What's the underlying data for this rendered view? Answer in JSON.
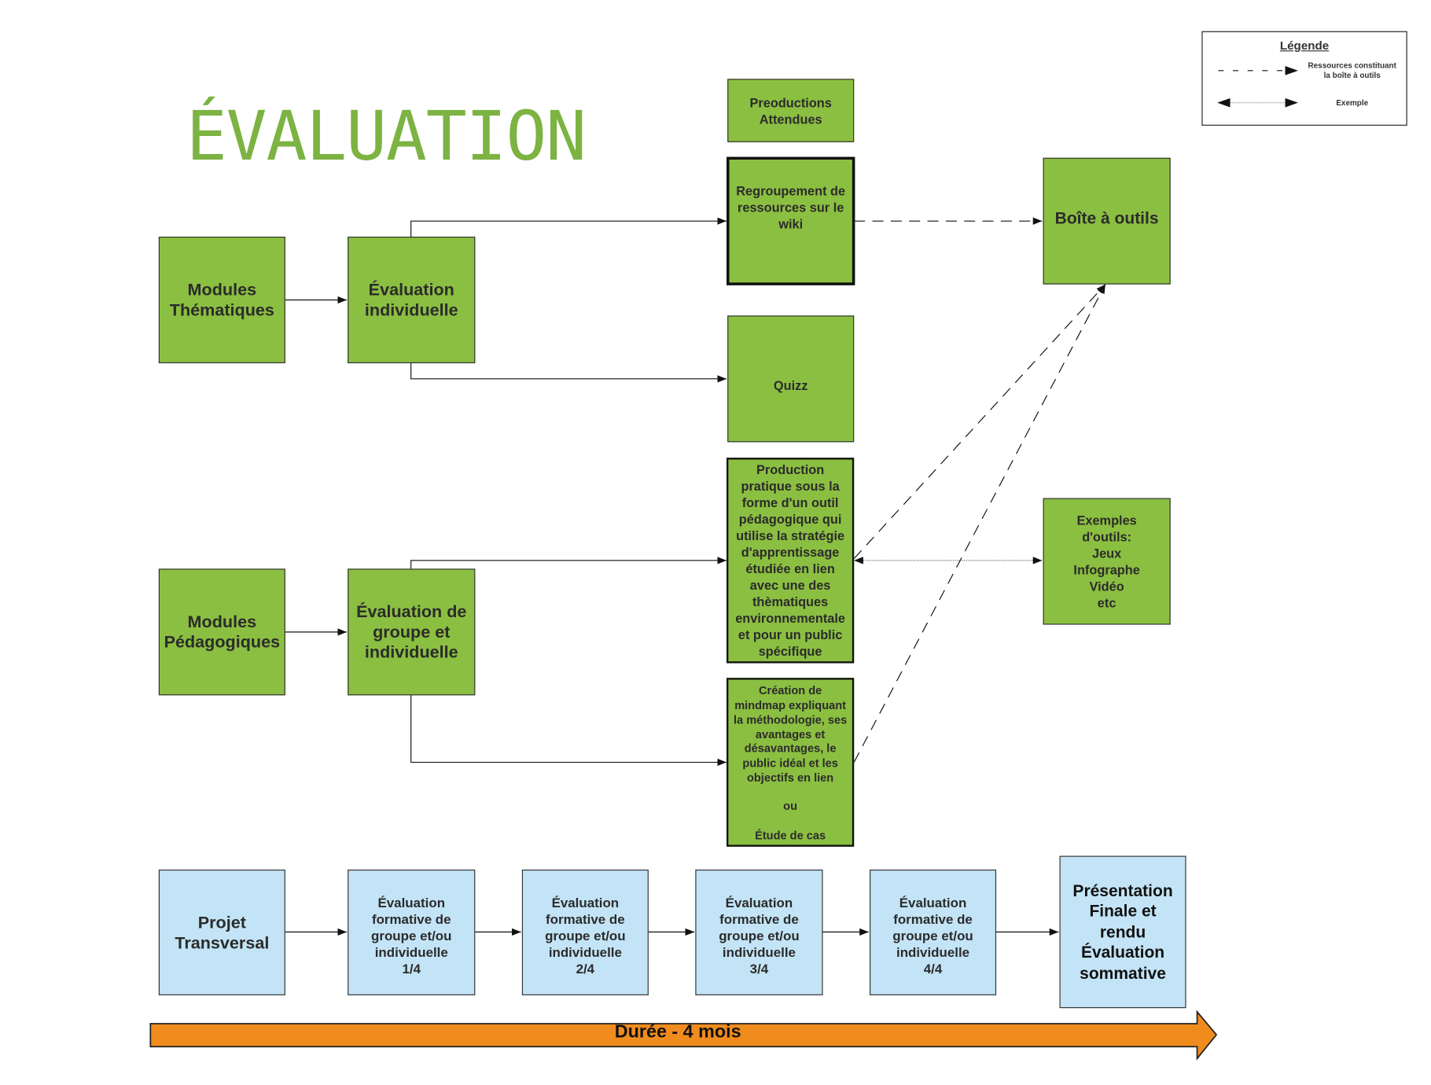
{
  "title": "ÉVALUATION",
  "legend": {
    "heading": "Légende",
    "items": [
      {
        "style": "dashed",
        "label": "Ressources constituant\nla boîte à outils"
      },
      {
        "style": "dotted-double",
        "label": "Exemple"
      }
    ]
  },
  "boxes": {
    "modules_thematiques": "Modules\nThématiques",
    "evaluation_individuelle": "Évaluation\nindividuelle",
    "productions_attendues": "Preoductions\nAttendues",
    "regroupement": "Regroupement de\nressources sur le\nwiki",
    "boite_outils": "Boîte à outils",
    "quizz": "Quizz",
    "production_pratique": "Production\npratique sous la\nforme d'un outil\npédagogique qui\nutilise la stratégie\nd'apprentissage\nétudiée en lien\navec une des\nthèmatiques\nenvironnementale\net  pour un public\nspécifique",
    "exemples_outils": "Exemples\nd'outils:\nJeux\nInfographe\nVidéo\netc",
    "modules_pedagogiques": "Modules\nPédagogiques",
    "evaluation_groupe": "Évaluation de\ngroupe et\nindividuelle",
    "creation_mindmap": "Création de\nmindmap expliquant\nla méthodologie, ses\navantages et\ndésavantages, le\npublic idéal et les\nobjectifs en lien\n\nou\n\nÉtude de cas",
    "projet_transversal": "Projet\nTransversal",
    "eval_formative_1": "Évaluation\nformative de\ngroupe et/ou\nindividuelle\n1/4",
    "eval_formative_2": "Évaluation\nformative de\ngroupe et/ou\nindividuelle\n2/4",
    "eval_formative_3": "Évaluation\nformative de\ngroupe et/ou\nindividuelle\n3/4",
    "eval_formative_4": "Évaluation\nformative de\ngroupe et/ou\nindividuelle\n4/4",
    "presentation_finale": "Présentation\nFinale et\nrendu\nÉvaluation\nsommative"
  },
  "timeline": {
    "label": "Durée  - 4 mois"
  },
  "colors": {
    "green": "#8bbf41",
    "blue": "#c3e4f6",
    "orange": "#f08c1e",
    "title": "#7cb342"
  }
}
